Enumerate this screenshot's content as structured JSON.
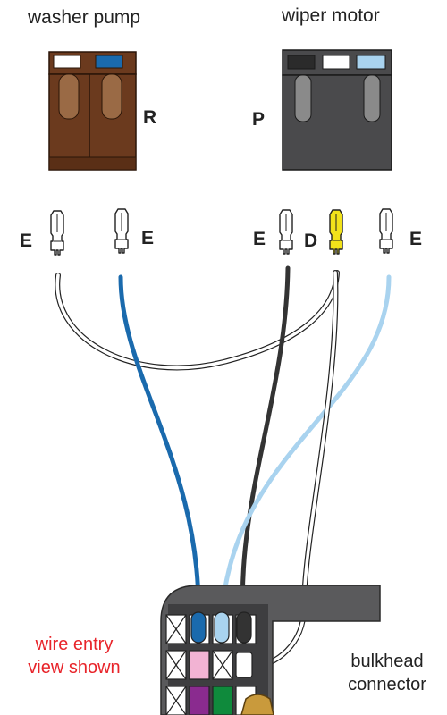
{
  "components": {
    "washer_pump": {
      "title": "washer pump",
      "terminal_letter": "R"
    },
    "wiper_motor": {
      "title": "wiper motor",
      "terminal_letter": "P"
    }
  },
  "terminals": [
    {
      "letter": "E"
    },
    {
      "letter": "E"
    },
    {
      "letter": "E"
    },
    {
      "letter": "D"
    },
    {
      "letter": "E"
    }
  ],
  "notes": {
    "wire_entry": [
      "wire entry",
      "view shown"
    ],
    "bulkhead": [
      "bulkhead",
      "connector"
    ]
  },
  "colors": {
    "washer_housing": "#6b3a1e",
    "wiper_housing": "#4a4a4c",
    "wire_blue": "#1a6aad",
    "wire_light_blue": "#a9d3ef",
    "wire_black": "#333333",
    "wire_white": "#ffffff",
    "terminal_yellow": "#f2e21a",
    "cavity_pink": "#f2b3d3",
    "cavity_purple": "#8a2b8f",
    "cavity_green": "#0f8a3c",
    "note_red": "#e8242a"
  }
}
